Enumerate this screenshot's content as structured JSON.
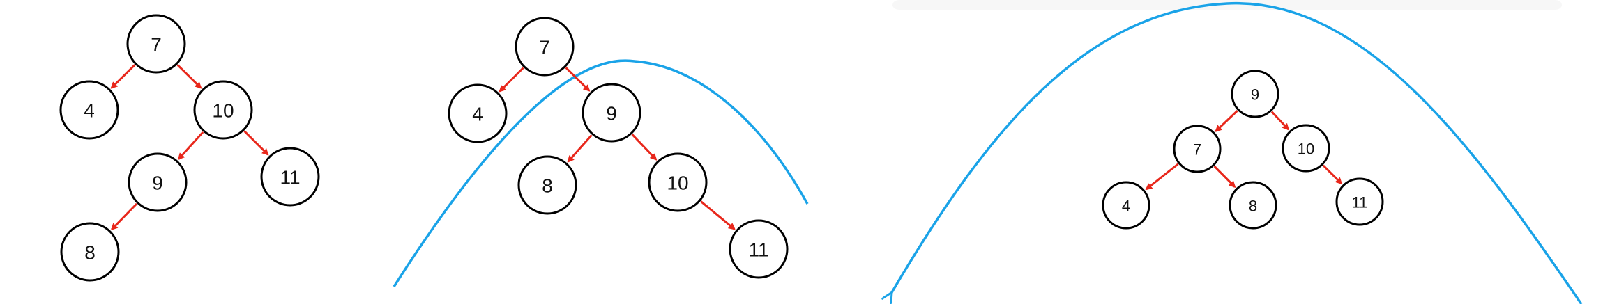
{
  "colors": {
    "edge": "#e8271b",
    "curve": "#1aa3e8",
    "node_stroke": "#000000",
    "node_fill": "#ffffff"
  },
  "trees": [
    {
      "id": "before-rotation",
      "nodes": [
        {
          "key": "7",
          "label": "7"
        },
        {
          "key": "4",
          "label": "4"
        },
        {
          "key": "10",
          "label": "10"
        },
        {
          "key": "9",
          "label": "9"
        },
        {
          "key": "11",
          "label": "11"
        },
        {
          "key": "8",
          "label": "8"
        }
      ],
      "edges": [
        [
          "7",
          "4"
        ],
        [
          "7",
          "10"
        ],
        [
          "10",
          "9"
        ],
        [
          "10",
          "11"
        ],
        [
          "9",
          "8"
        ]
      ]
    },
    {
      "id": "after-first-rotation",
      "nodes": [
        {
          "key": "7",
          "label": "7"
        },
        {
          "key": "4",
          "label": "4"
        },
        {
          "key": "9",
          "label": "9"
        },
        {
          "key": "8",
          "label": "8"
        },
        {
          "key": "10",
          "label": "10"
        },
        {
          "key": "11",
          "label": "11"
        }
      ],
      "edges": [
        [
          "7",
          "4"
        ],
        [
          "7",
          "9"
        ],
        [
          "9",
          "8"
        ],
        [
          "9",
          "10"
        ],
        [
          "10",
          "11"
        ]
      ]
    },
    {
      "id": "after-left-rotation",
      "nodes": [
        {
          "key": "9",
          "label": "9"
        },
        {
          "key": "7",
          "label": "7"
        },
        {
          "key": "10",
          "label": "10"
        },
        {
          "key": "4",
          "label": "4"
        },
        {
          "key": "8",
          "label": "8"
        },
        {
          "key": "11",
          "label": "11"
        }
      ],
      "edges": [
        [
          "9",
          "7"
        ],
        [
          "9",
          "10"
        ],
        [
          "7",
          "4"
        ],
        [
          "7",
          "8"
        ],
        [
          "10",
          "11"
        ]
      ]
    }
  ],
  "curves": [
    {
      "id": "rotation-curve-middle",
      "arrow": false
    },
    {
      "id": "rotation-curve-right",
      "arrow": true
    }
  ]
}
